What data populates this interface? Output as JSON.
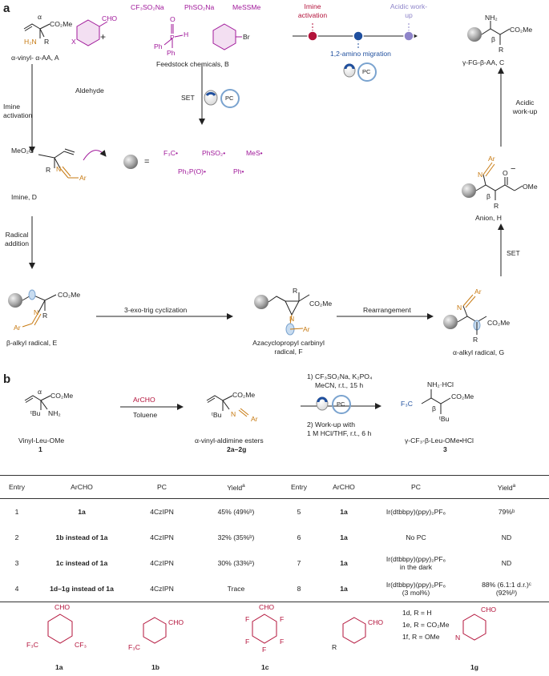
{
  "panel_a": {
    "label": "a",
    "sm_A": "α-vinyl- α-AA, A",
    "sm_A_alpha": "α",
    "sm_A_co2me": "CO₂Me",
    "sm_A_h2n": "H₂N",
    "sm_A_r": "R",
    "plus": "+",
    "feed_cf3": "CF₃SO₂Na",
    "feed_phso2": "PhSO₂Na",
    "feed_messme": "MeSSMe",
    "feed_o": "O",
    "feed_ph1": "Ph",
    "feed_ph2": "Ph",
    "feed_h": "H",
    "feed_p": "P",
    "feed_br": "Br",
    "feed_label": "Feedstock chemicals, B",
    "step1": "Imine activation",
    "step2": "Radical addition",
    "step3": "Acidic work-up",
    "migration": "1,2-amino migration",
    "pc": "PC",
    "product_C": "γ-FG-β-AA, C",
    "prod_nh2": "NH₂",
    "prod_co2me": "CO₂Me",
    "prod_beta": "β",
    "prod_r": "R",
    "imine_act": "Imine activation",
    "aldehyde": "Aldehyde",
    "cho": "CHO",
    "x": "X",
    "set": "SET",
    "radicals": [
      "F₃C•",
      "PhSO₂•",
      "MeS•",
      "Ph₂P(O)•",
      "Ph•"
    ],
    "eq": "=",
    "imine_D": "Imine, D",
    "imine_meo2c": "MeO₂C",
    "imine_r": "R",
    "imine_n": "N",
    "imine_ar": "Ar",
    "radical_addition": "Radical addition",
    "acidic": "Acidic work-up",
    "anion_H": "Anion, H",
    "anion_ar": "Ar",
    "anion_n": "N",
    "anion_o": "O",
    "anion_minus": "−",
    "anion_ome": "OMe",
    "anion_beta": "β",
    "anion_r": "R",
    "set2": "SET",
    "beta_E": "β-alkyl radical, E",
    "e_co2me": "CO₂Me",
    "e_r": "R",
    "e_n": "N",
    "e_ar": "Ar",
    "cyclization": "3-exo-trig cyclization",
    "aza_F": "Azacyclopropyl carbinyl radical, F",
    "f_r": "R",
    "f_co2me": "CO₂Me",
    "f_n": "N",
    "f_ar": "Ar",
    "rearr": "Rearrangement",
    "alpha_G": "α-alkyl radical, G",
    "g_ar": "Ar",
    "g_n": "N",
    "g_co2me": "CO₂Me",
    "g_r": "R"
  },
  "panel_b": {
    "label": "b",
    "sm_alpha": "α",
    "sm_co2me": "CO₂Me",
    "sm_tbu": "ᵗBu",
    "sm_nh2": "NH₂",
    "sm_name": "Vinyl-Leu-OMe",
    "sm_num": "1",
    "reagent1": "ArCHO",
    "solvent1": "Toluene",
    "int_co2me": "CO₂Me",
    "int_tbu": "ᵗBu",
    "int_n": "N",
    "int_ar": "Ar",
    "int_name": "α-vinyl-aldimine esters",
    "int_num": "2a–2g",
    "cond1": "1) CF₃SO₂Na, K₂PO₄",
    "cond2": "MeCN, r.t., 15 h",
    "pc": "PC",
    "cond3": "2) Work-up with",
    "cond4": "1 M HCl/THF, r.t., 6 h",
    "prod_f3c": "F₃C",
    "prod_nh2hcl": "NH₂·HCl",
    "prod_co2me": "CO₂Me",
    "prod_beta": "β",
    "prod_tbu": "ᵗBu",
    "prod_name": "γ-CF₃-β-Leu-OMe•HCl",
    "prod_num": "3"
  },
  "table": {
    "headers": [
      "Entry",
      "ArCHO",
      "PC",
      "Yield",
      "Entry",
      "ArCHO",
      "PC",
      "Yield"
    ],
    "sup_a": "a",
    "rows": [
      {
        "e1": "1",
        "a1": "1a",
        "p1": "4CzIPN",
        "y1": "45% (49%ᵇ)",
        "e2": "5",
        "a2": "1a",
        "p2": "Ir(dtbbpy)(ppy)₂PF₆",
        "p2b": "",
        "y2": "79%ᵇ",
        "y2b": ""
      },
      {
        "e1": "2",
        "a1": "1b instead of 1a",
        "p1": "4CzIPN",
        "y1": "32% (35%ᵇ)",
        "e2": "6",
        "a2": "1a",
        "p2": "No PC",
        "p2b": "",
        "y2": "ND",
        "y2b": ""
      },
      {
        "e1": "3",
        "a1": "1c instead of 1a",
        "p1": "4CzIPN",
        "y1": "30% (33%ᵇ)",
        "e2": "7",
        "a2": "1a",
        "p2": "Ir(dtbbpy)(ppy)₂PF₆",
        "p2b": "in the dark",
        "y2": "ND",
        "y2b": ""
      },
      {
        "e1": "4",
        "a1": "1d–1g instead of 1a",
        "p1": "4CzIPN",
        "y1": "Trace",
        "e2": "8",
        "a2": "1a",
        "p2": "Ir(dtbbpy)(ppy)₂PF₆",
        "p2b": "(3 mol%)",
        "y2": "88% (6.1:1 d.r.)ᶜ",
        "y2b": "(92%ᵇ)"
      }
    ]
  },
  "aldehydes": {
    "cho": "CHO",
    "a1_cf3l": "F₃C",
    "a1_cf3r": "CF₃",
    "a1_name": "1a",
    "a2_cf3": "F₃C",
    "a2_name": "1b",
    "a3_f": "F",
    "a3_name": "1c",
    "a4_r": "R",
    "a4_list": [
      "1d, R = H",
      "1e, R = CO₂Me",
      "1f, R = OMe"
    ],
    "a5_n": "N",
    "a5_name": "1g"
  },
  "colors": {
    "magenta": "#a0189a",
    "orange": "#c77a12",
    "red": "#b3123a",
    "blue": "#1f4f9e",
    "lilac": "#8e84c9",
    "radical_blue": "#7aa3cf"
  }
}
